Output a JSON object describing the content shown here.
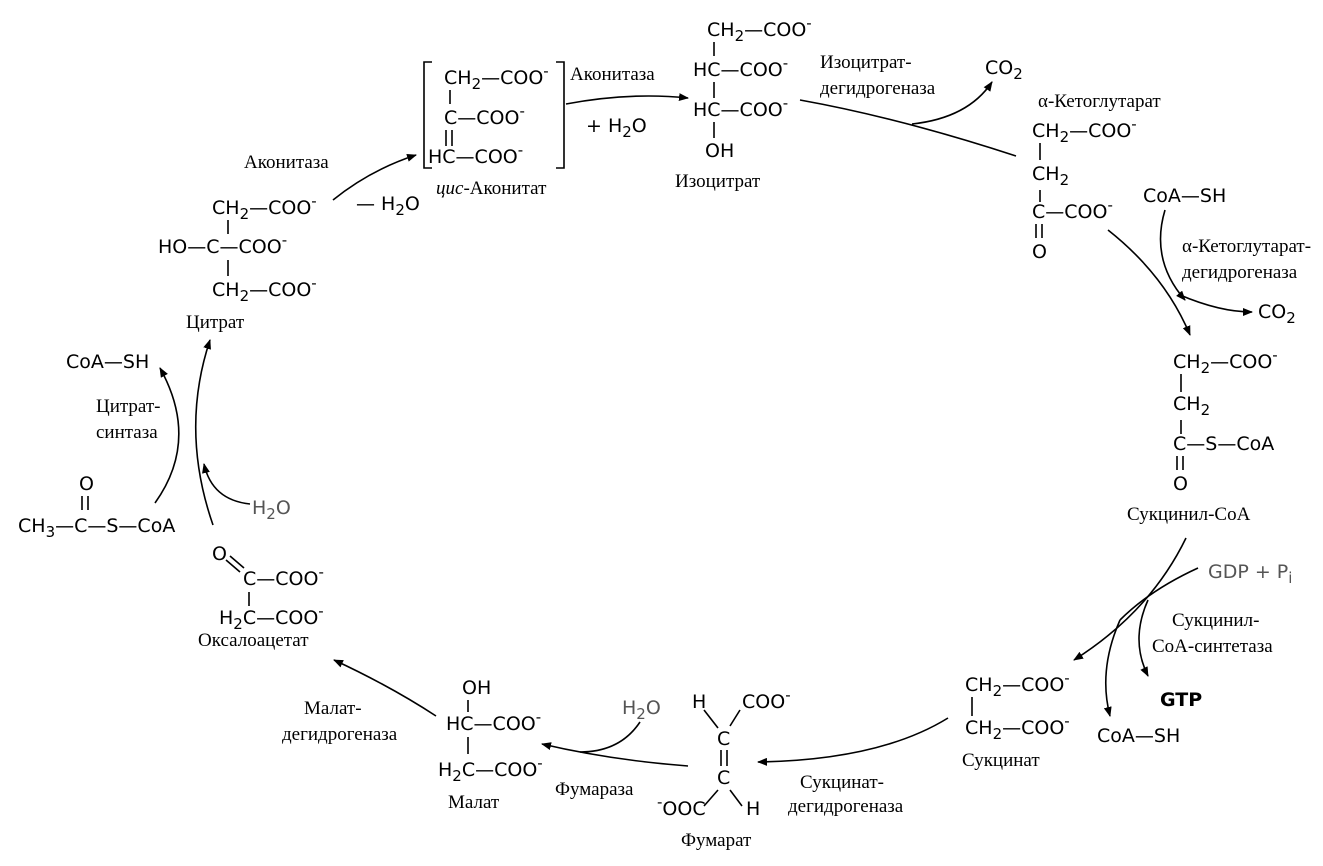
{
  "compounds": {
    "citrate": {
      "name": "Цитрат",
      "l1_ch2": "CH",
      "l1_sub": "2",
      "l1_tail": "—COO",
      "l2_a": "HO—C—COO",
      "l3_ch2": "CH",
      "l3_sub": "2",
      "l3_tail": "—COO",
      "charge": "-"
    },
    "cis_aconitate": {
      "name_prefix": "цис",
      "name_rest": "-Аконитат",
      "l1_ch2": "CH",
      "l1_sub": "2",
      "l1_tail": "—COO",
      "l2": "C—COO",
      "l3": "HC—COO"
    },
    "isocitrate": {
      "name": "Изоцитрат",
      "l1_ch2": "CH",
      "l1_sub": "2",
      "l1_tail": "—COO",
      "l2": "HC—COO",
      "l3": "HC—COO",
      "l4": "OH"
    },
    "alpha_ketoglutarate": {
      "name": "α-Кетоглутарат",
      "l1_ch2": "CH",
      "l1_sub": "2",
      "l1_tail": "—COO",
      "l2_ch2": "CH",
      "l2_sub": "2",
      "l3": "C—COO",
      "l4": "O"
    },
    "succinyl_coa": {
      "name": "Сукцинил-CoA",
      "l1_ch2": "CH",
      "l1_sub": "2",
      "l1_tail": "—COO",
      "l2_ch2": "CH",
      "l2_sub": "2",
      "l3": "C—S—CoA",
      "l4": "O"
    },
    "succinate": {
      "name": "Сукцинат",
      "l1_ch2": "CH",
      "l1_sub": "2",
      "l1_tail": "—COO",
      "l2_ch2": "CH",
      "l2_sub": "2",
      "l2_tail": "—COO"
    },
    "fumarate": {
      "name": "Фумарат",
      "h_top": "H",
      "coo_top": "COO",
      "c_top": "C",
      "c_bot": "C",
      "coo_bot": "OOC",
      "h_bot": "H"
    },
    "malate": {
      "name": "Малат",
      "l1": "OH",
      "l2": "HC—COO",
      "l3_ch2": "H",
      "l3_sub": "2",
      "l3_tail": "C—COO"
    },
    "oxaloacetate": {
      "name": "Оксалоацетат",
      "l1": "O",
      "l2": "C—COO",
      "l3_h": "H",
      "l3_sub": "2",
      "l3_tail": "C—COO"
    },
    "acetyl_coa": {
      "top": "O",
      "main_ch3": "CH",
      "main_sub": "3",
      "main_tail": "—C—S—CoA"
    }
  },
  "enzymes": {
    "aconitase_1": "Аконитаза",
    "aconitase_2": "Аконитаза",
    "isocitrate_dh_1": "Изоцитрат-",
    "isocitrate_dh_2": "дегидрогеназа",
    "akg_dh_1": "α-Кетоглутарат-",
    "akg_dh_2": "дегидрогеназа",
    "succinyl_coa_synth_1": "Сукцинил-",
    "succinyl_coa_synth_2": "CoA-синтетаза",
    "succinate_dh_1": "Сукцинат-",
    "succinate_dh_2": "дегидрогеназа",
    "fumarase": "Фумараза",
    "malate_dh_1": "Малат-",
    "malate_dh_2": "дегидрогеназа",
    "citrate_synth_1": "Цитрат-",
    "citrate_synth_2": "синтаза"
  },
  "cofactors": {
    "minus_h2o": "— H",
    "minus_h2o_sub": "2",
    "minus_h2o_tail": "O",
    "plus_h2o": "+ H",
    "plus_h2o_sub": "2",
    "plus_h2o_tail": "O",
    "co2_1": "CO",
    "co2_1_sub": "2",
    "coa_sh_1": "CoA—SH",
    "co2_2": "CO",
    "co2_2_sub": "2",
    "gdp_pi": "GDP + P",
    "gdp_pi_sub": "i",
    "gtp": "GTP",
    "coa_sh_2": "CoA—SH",
    "h2o_fumarase": "H",
    "h2o_fumarase_sub": "2",
    "h2o_fumarase_tail": "O",
    "coa_sh_3": "CoA—SH",
    "h2o_citrate": "H",
    "h2o_citrate_sub": "2",
    "h2o_citrate_tail": "O"
  }
}
